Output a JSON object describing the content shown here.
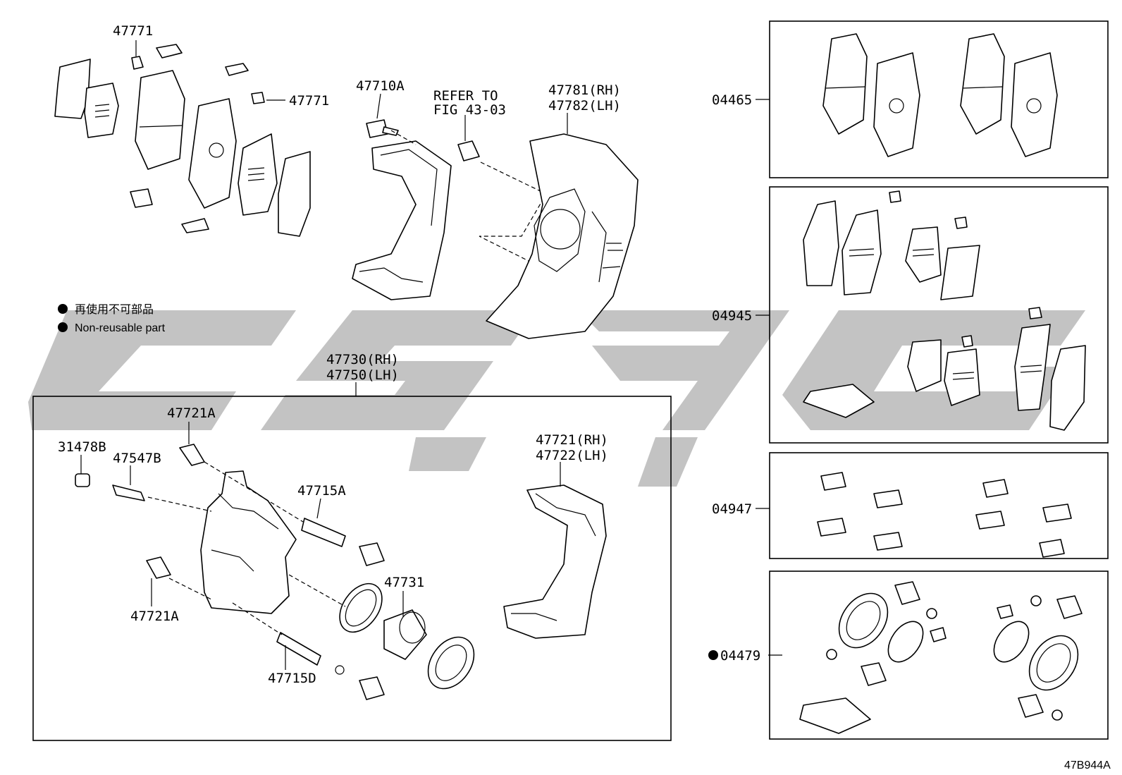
{
  "diagram_code": "47B944A",
  "legend": {
    "line1": "再使用不可部品",
    "line2": "Non-reusable part"
  },
  "labels": {
    "p47771_top": "47771",
    "p47771_right": "47771",
    "p47710A": "47710A",
    "refer_line1": "REFER TO",
    "refer_line2": "FIG 43-03",
    "p47781": "47781(RH)",
    "p47782": "47782(LH)",
    "p47730": "47730(RH)",
    "p47750": "47750(LH)",
    "p47721A_top": "47721A",
    "p31478B": "31478B",
    "p47547B": "47547B",
    "p47715A": "47715A",
    "p47721A_bottom": "47721A",
    "p47731": "47731",
    "p47715D": "47715D",
    "p47721RH": "47721(RH)",
    "p47722LH": "47722(LH)",
    "kit_04465": "04465",
    "kit_04945": "04945",
    "kit_04947": "04947",
    "kit_04479": "04479"
  },
  "colors": {
    "line": "#000000",
    "watermark": "#b9b9b9",
    "background": "#ffffff"
  }
}
